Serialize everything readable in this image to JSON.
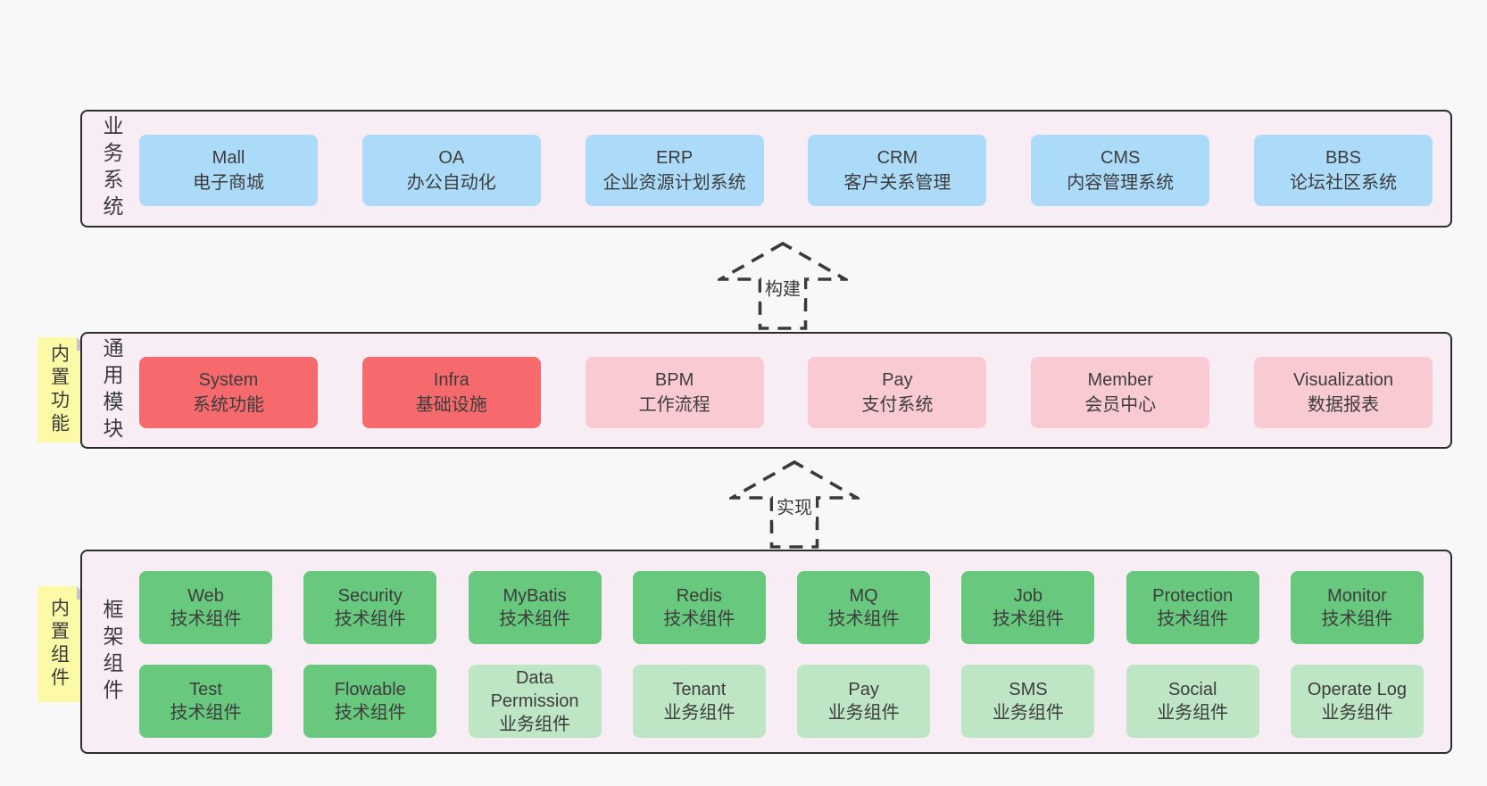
{
  "colors": {
    "page_bg": "#f8f8f8",
    "layer_bg": "#f8edf5",
    "layer_border": "#2d2d2d",
    "text": "#3d3d3d",
    "blue": "#abdbf8",
    "red": "#f6696d",
    "pink": "#facad3",
    "green": "#67c87e",
    "green_light": "#bee6c5",
    "yellow": "#fcfaa6",
    "fold": "#c5c5c5",
    "arrow": "#3a3a3a"
  },
  "arrows": [
    {
      "label": "构建"
    },
    {
      "label": "实现"
    }
  ],
  "layers": [
    {
      "label": "业务系统",
      "boxes": [
        {
          "name": "Mall",
          "sub": "电子商城",
          "type": "blue"
        },
        {
          "name": "OA",
          "sub": "办公自动化",
          "type": "blue"
        },
        {
          "name": "ERP",
          "sub": "企业资源计划系统",
          "type": "blue"
        },
        {
          "name": "CRM",
          "sub": "客户关系管理",
          "type": "blue"
        },
        {
          "name": "CMS",
          "sub": "内容管理系统",
          "type": "blue"
        },
        {
          "name": "BBS",
          "sub": "论坛社区系统",
          "type": "blue"
        }
      ]
    },
    {
      "label": "通用模块",
      "note": "内置功能",
      "boxes": [
        {
          "name": "System",
          "sub": "系统功能",
          "type": "red"
        },
        {
          "name": "Infra",
          "sub": "基础设施",
          "type": "red"
        },
        {
          "name": "BPM",
          "sub": "工作流程",
          "type": "pink"
        },
        {
          "name": "Pay",
          "sub": "支付系统",
          "type": "pink"
        },
        {
          "name": "Member",
          "sub": "会员中心",
          "type": "pink"
        },
        {
          "name": "Visualization",
          "sub": "数据报表",
          "type": "pink"
        }
      ]
    },
    {
      "label": "框架组件",
      "note": "内置组件",
      "rows": [
        [
          {
            "name": "Web",
            "sub": "技术组件",
            "type": "green"
          },
          {
            "name": "Security",
            "sub": "技术组件",
            "type": "green"
          },
          {
            "name": "MyBatis",
            "sub": "技术组件",
            "type": "green"
          },
          {
            "name": "Redis",
            "sub": "技术组件",
            "type": "green"
          },
          {
            "name": "MQ",
            "sub": "技术组件",
            "type": "green"
          },
          {
            "name": "Job",
            "sub": "技术组件",
            "type": "green"
          },
          {
            "name": "Protection",
            "sub": "技术组件",
            "type": "green"
          },
          {
            "name": "Monitor",
            "sub": "技术组件",
            "type": "green"
          }
        ],
        [
          {
            "name": "Test",
            "sub": "技术组件",
            "type": "green"
          },
          {
            "name": "Flowable",
            "sub": "技术组件",
            "type": "green"
          },
          {
            "name": "Data Permission",
            "sub": "业务组件",
            "type": "green-light"
          },
          {
            "name": "Tenant",
            "sub": "业务组件",
            "type": "green-light"
          },
          {
            "name": "Pay",
            "sub": "业务组件",
            "type": "green-light"
          },
          {
            "name": "SMS",
            "sub": "业务组件",
            "type": "green-light"
          },
          {
            "name": "Social",
            "sub": "业务组件",
            "type": "green-light"
          },
          {
            "name": "Operate Log",
            "sub": "业务组件",
            "type": "green-light"
          }
        ]
      ]
    }
  ]
}
